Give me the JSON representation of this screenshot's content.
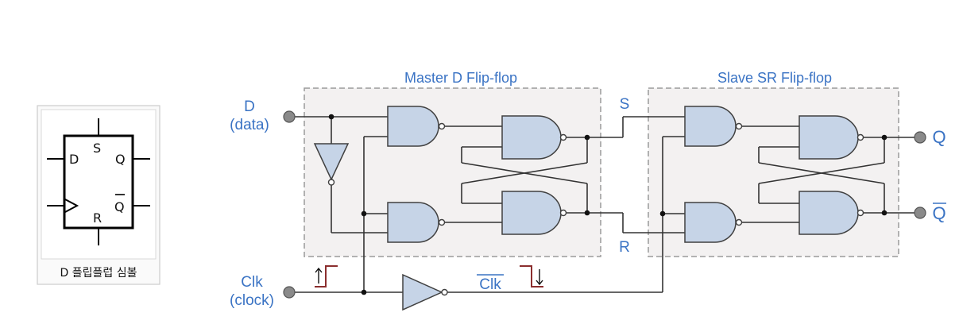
{
  "symbol_box": {
    "caption": "D 플립플럽 심볼",
    "pins": {
      "d": "D",
      "s": "S",
      "q": "Q",
      "qbar": "Q",
      "r": "R"
    }
  },
  "circuit": {
    "master_title": "Master D Flip-flop",
    "slave_title": "Slave SR Flip-flop",
    "d_input": {
      "name": "D",
      "desc": "(data)"
    },
    "clk_input": {
      "name": "Clk",
      "desc": "(clock)"
    },
    "clk_bar_label": "Clk",
    "s_label": "S",
    "r_label": "R",
    "q_output": "Q",
    "qbar_output": "Q"
  },
  "colors": {
    "label_blue": "#3a73c4",
    "gate_fill": "#c6d4e7",
    "panel_fill": "#f3f1f1",
    "pulse": "#8b2e2e"
  }
}
